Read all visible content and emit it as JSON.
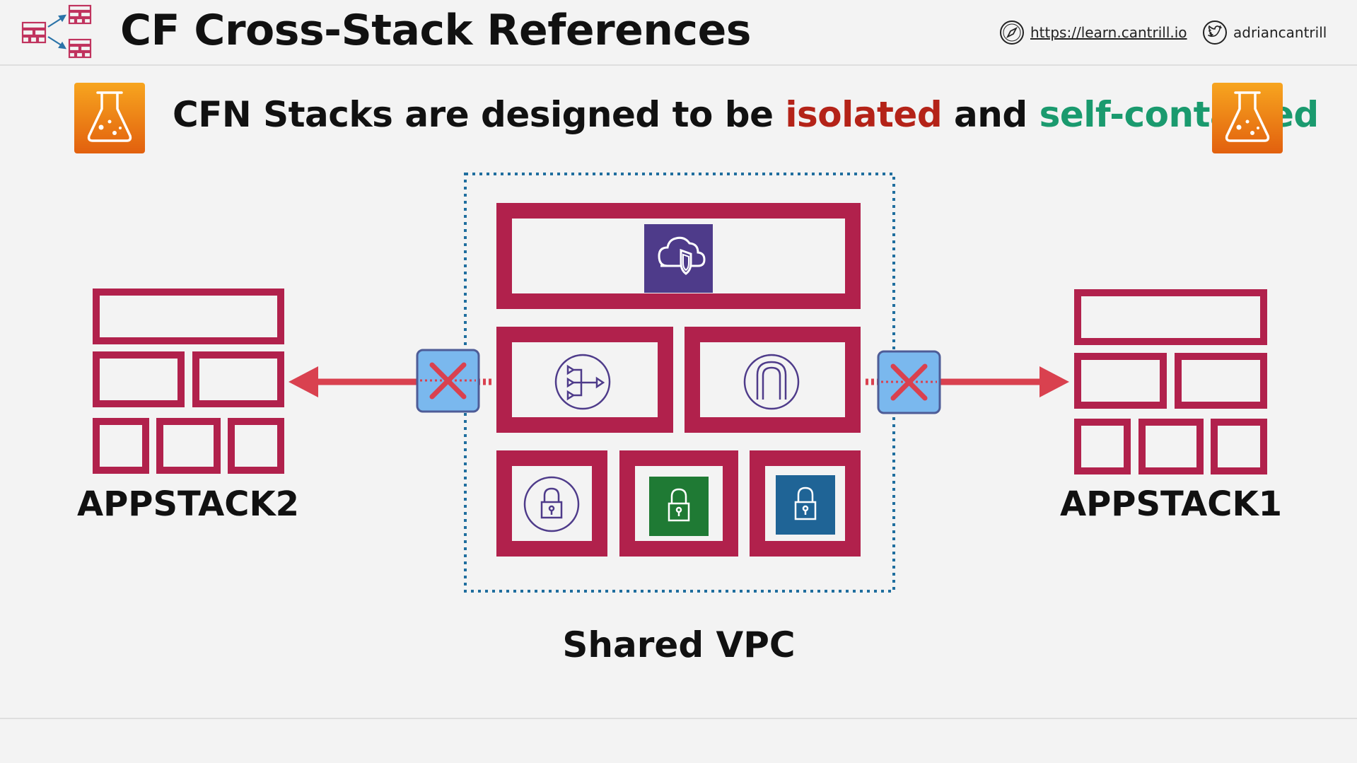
{
  "header": {
    "title": "CF Cross-Stack References",
    "url": "https://learn.cantrill.io",
    "twitter": "adriancantrill",
    "icons": {
      "logo": "cloudformation-stacks-logo-icon",
      "link": "compass-icon",
      "social": "twitter-bird-icon"
    }
  },
  "subtitle": {
    "part1": "CFN Stacks are designed to be ",
    "highlight1": "isolated",
    "part2": " and ",
    "highlight2": "self-contained",
    "icon": "aws-beaker-icon"
  },
  "diagram": {
    "left_stack_label": "APPSTACK2",
    "right_stack_label": "APPSTACK1",
    "shared_label": "Shared VPC",
    "icons": [
      "vpc-cloud-shield-icon",
      "nat-gateway-icon",
      "internet-gateway-icon",
      "vpc-lock-icon",
      "private-subnet-lock-icon",
      "public-subnet-lock-icon",
      "blocked-x-icon"
    ]
  },
  "colors": {
    "stack_border": "#b1214c",
    "arrow": "#d9414f",
    "vpc_border": "#1f6e9e",
    "purple_icon": "#4e3b8a",
    "green_icon": "#1f7a34",
    "blue_icon": "#1f6496",
    "isolated": "#b42318",
    "self_contained": "#1a9a6e",
    "beaker_top": "#f7a51f",
    "beaker_bottom": "#e2600e"
  }
}
